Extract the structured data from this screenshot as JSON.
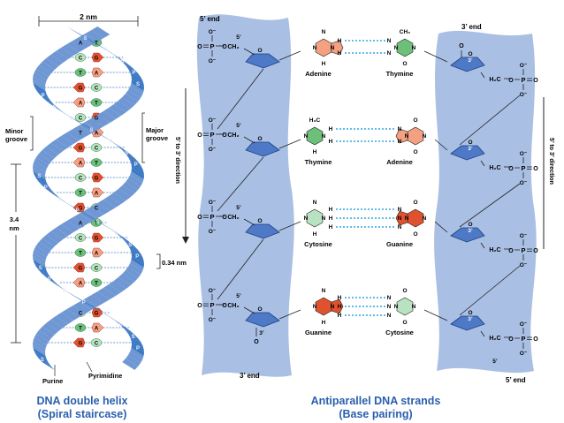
{
  "helix": {
    "width_label": "2 nm",
    "minor_groove": [
      "Minor",
      "groove"
    ],
    "major_groove": [
      "Major",
      "groove"
    ],
    "pitch_label": [
      "3.4",
      "nm"
    ],
    "rise_label": "0.34 nm",
    "purine_label": "Purine",
    "pyrimidine_label": "Pyrimidine",
    "caption_line1": "DNA double helix",
    "caption_line2": "(Spiral staircase)"
  },
  "strands": {
    "left_top_end": "5’ end",
    "left_bottom_end": "3’ end",
    "right_top_end": "3’ end",
    "right_bottom_end": "5’ end",
    "left_direction": "5’ to 3’ direction",
    "right_direction": "5’ to 3’ direction",
    "five_prime": "5’",
    "three_prime": "3’",
    "ch2": "CH₂",
    "h2c": "H₂C",
    "caption_line1": "Antiparallel DNA strands",
    "caption_line2": "(Base pairing)",
    "pairs": [
      {
        "left": "Adenine",
        "right": "Thymine"
      },
      {
        "left": "Thymine",
        "right": "Adenine"
      },
      {
        "left": "Cytosine",
        "right": "Guanine"
      },
      {
        "left": "Guanine",
        "right": "Cytosine"
      }
    ]
  },
  "helix_letters": {
    "backbone": "S",
    "phosphate": "P",
    "bases": [
      "A",
      "T",
      "C",
      "G"
    ]
  },
  "atoms": {
    "O": "O",
    "P": "P",
    "N": "N",
    "H": "H",
    "C": "C",
    "CH3": "CH₃",
    "H3C": "H₃C",
    "minus": "O⁻"
  },
  "colors": {
    "backbone_blue": "#3b78c4",
    "strand_panel": "#a9bfe4",
    "adenine": "#f3a182",
    "thymine": "#6cc07a",
    "guanine": "#e0522e",
    "cytosine": "#b9e3c0",
    "sugar": "#4d79c7",
    "caption": "#2a5fae",
    "hbond": "#2ea5e0"
  }
}
